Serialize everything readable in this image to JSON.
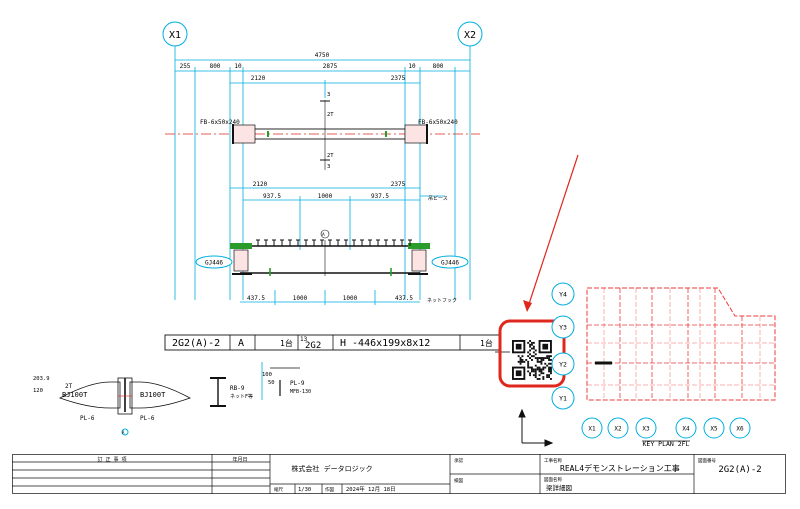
{
  "grid": {
    "x1": "X1",
    "x2": "X2"
  },
  "dims": {
    "overall": "4750",
    "top_segments": [
      "255",
      "800",
      "10",
      "2875",
      "10",
      "800"
    ],
    "upper_spans": [
      "2120",
      "2375"
    ],
    "mid_spans": [
      "2120",
      "2375"
    ],
    "beam_segments": [
      "937.5",
      "1000",
      "937.5"
    ],
    "bottom_segments": [
      "437.5",
      "1000",
      "1000",
      "437.5"
    ],
    "small_3a": "3",
    "small_3b": "3",
    "small_2t_a": "2T",
    "small_2t_b": "2T",
    "label_a": "A"
  },
  "labels": {
    "fb_left": "FB-6x50x240",
    "fb_right": "FB-6x50x240",
    "gj_left": "GJ446",
    "gj_right": "GJ446",
    "note_top": "吊ピース",
    "note_bottom": "ネットフック"
  },
  "member_bar": {
    "mark": "2G2(A)-2",
    "grade": "A",
    "qty_left": "1台",
    "num": "13",
    "sub": "2G2",
    "section": "H -446x199x8x12",
    "qty_right": "1台"
  },
  "details": {
    "two_t": "2T",
    "bj_left": "BJ100T",
    "bj_right": "BJ100T",
    "pl_left": "PL-6",
    "pl_right": "PL-6",
    "rb": "RB-9",
    "rb_note": "ネットF等",
    "pl9": "PL-9",
    "pl9_note": "MFB-130",
    "dim_120": "120",
    "dim_203": "203.9",
    "dim_100": "100",
    "dim_50": "50",
    "dim_a": "A"
  },
  "keyplan": {
    "rows": [
      "Y4",
      "Y3",
      "Y2",
      "Y1"
    ],
    "cols": [
      "X1",
      "X2",
      "X3",
      "X4",
      "X5",
      "X6"
    ],
    "title": "KEY PLAN 2FL"
  },
  "title_block": {
    "revision_header": "訂 正 事 項",
    "date_header": "年月日",
    "company": "株式会社 データロジック",
    "scale_label": "縮尺",
    "scale": "1/30",
    "date_label": "作図",
    "date": "2024年 12月 18日",
    "check_label": "承認",
    "review_label": "検図",
    "project_label": "工事名称",
    "project": "REAL4デモンストレーション工事",
    "drawing_label": "図面名称",
    "drawing": "梁詳細図",
    "number_label": "図面番号",
    "number": "2G2(A)-2"
  },
  "colors": {
    "line": "#00aee0",
    "red": "#e0271e",
    "black": "#111111",
    "pink": "#ee3b3b"
  }
}
